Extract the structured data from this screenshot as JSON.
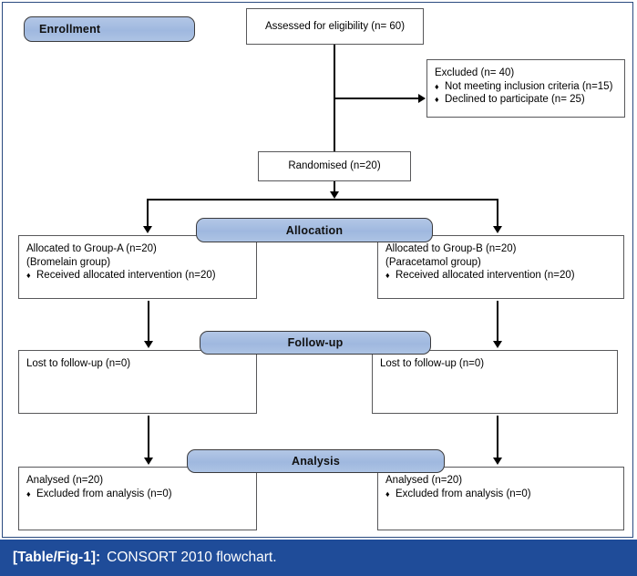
{
  "figure": {
    "caption_tag": "[Table/Fig-1]:",
    "caption_text": "CONSORT 2010 flowchart.",
    "frame_color": "#2a4a7f",
    "caption_bar_color": "#1f4c99",
    "banner_color": "#a9c0e2",
    "box_border_color": "#58585a"
  },
  "stages": {
    "enrollment": "Enrollment",
    "allocation": "Allocation",
    "followup": "Follow-up",
    "analysis": "Analysis"
  },
  "nodes": {
    "assessed": {
      "line1": "Assessed for eligibility (n= 60)"
    },
    "excluded": {
      "line1": "Excluded (n= 40)",
      "bullet1": "Not meeting inclusion criteria (n=15)",
      "bullet2": "Declined to participate (n= 25)"
    },
    "randomised": {
      "line1": "Randomised (n=20)"
    },
    "allocated_left": {
      "line1": "Allocated to Group-A (n=20)",
      "line2": "(Bromelain group)",
      "bullet1": "Received allocated intervention (n=20)"
    },
    "allocated_right": {
      "line1": "Allocated to Group-B (n=20)",
      "line2": "(Paracetamol group)",
      "bullet1": "Received allocated intervention (n=20)"
    },
    "followup_left": {
      "line1": "Lost to follow-up (n=0)"
    },
    "followup_right": {
      "line1": "Lost to follow-up (n=0)"
    },
    "analysis_left": {
      "line1": "Analysed (n=20)",
      "bullet1": "Excluded from analysis (n=0)"
    },
    "analysis_right": {
      "line1": "Analysed (n=20)",
      "bullet1": "Excluded from analysis (n=0)"
    }
  }
}
